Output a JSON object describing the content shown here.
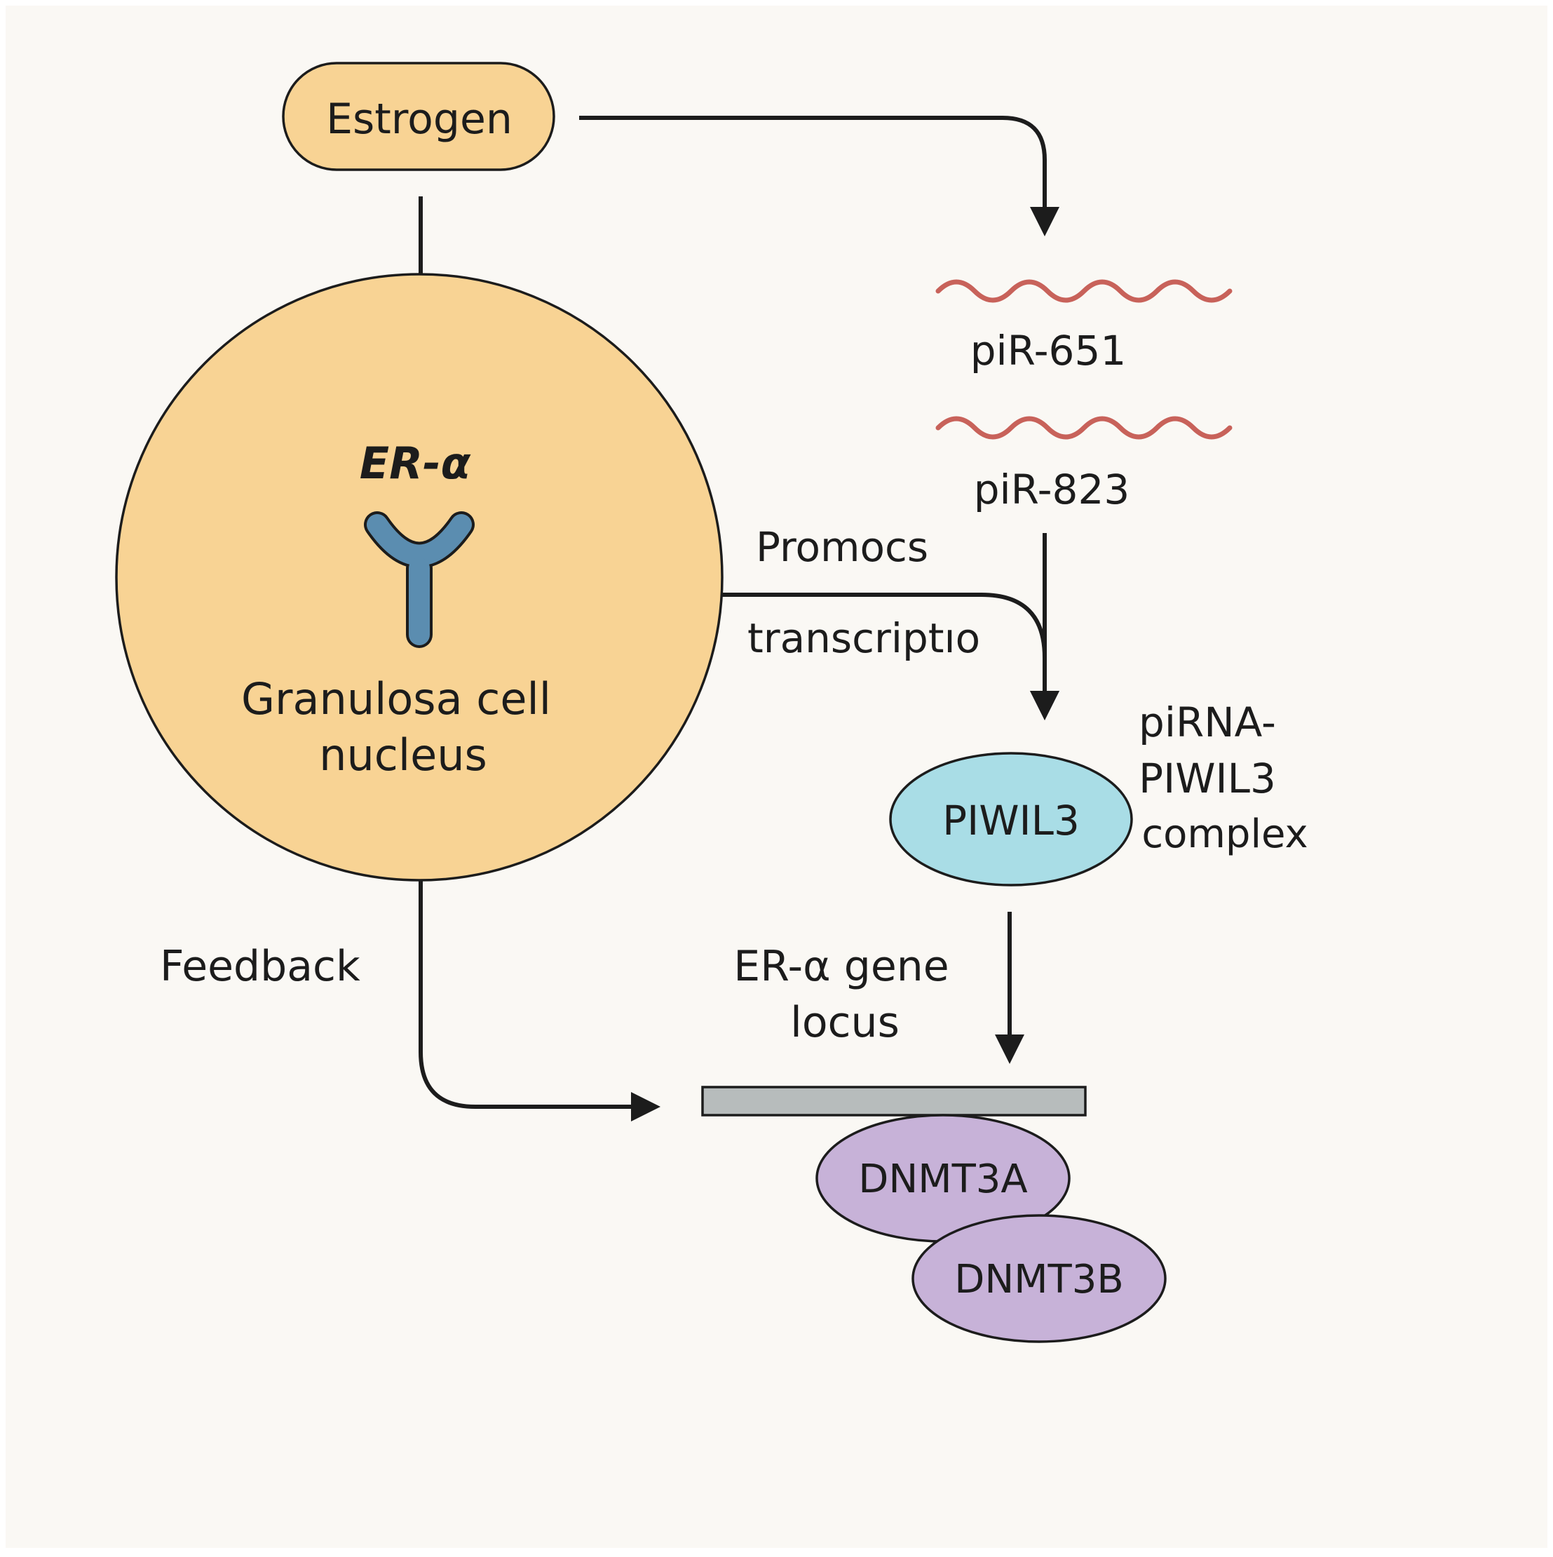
{
  "nodes": {
    "estrogen": "Estrogen",
    "er_alpha": "ER-α",
    "nucleus_line1": "Granulosa cell",
    "nucleus_line2": "nucleus",
    "pir651": "piR-651",
    "pir823": "piR-823",
    "piwil3": "PIWIL3",
    "complex_line1": "piRNA-",
    "complex_line2": "PIWIL3",
    "complex_line3": "complex",
    "locus_line1": "ER-α gene",
    "locus_line2": "locus",
    "dnmt3a": "DNMT3A",
    "dnmt3b": "DNMT3B"
  },
  "edges": {
    "promotes_line1": "Promocs",
    "promotes_line2": "transcriptıo",
    "feedback": "Feedback"
  },
  "colors": {
    "background": "#faf8f4",
    "estrogen_fill": "#f8d394",
    "nucleus_fill": "#f8d394",
    "receptor": "#5b8db0",
    "wave": "#c8625a",
    "piwil3_fill": "#a9dde6",
    "locus_bar": "#b7bcbc",
    "dnmt_fill": "#c7b2d8",
    "stroke": "#1c1c1c"
  }
}
